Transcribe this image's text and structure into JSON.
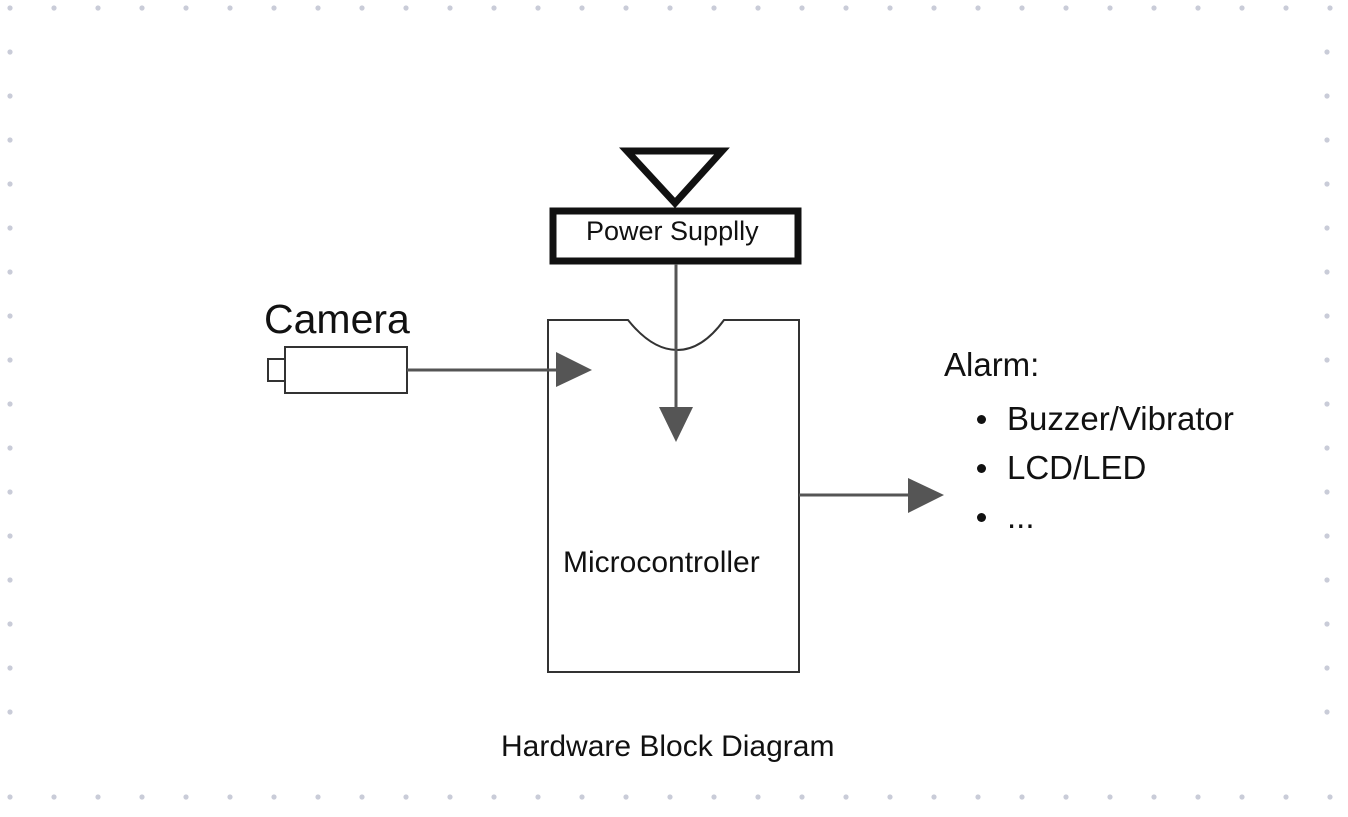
{
  "diagram": {
    "caption": "Hardware Block Diagram",
    "camera": {
      "label": "Camera"
    },
    "power_supply": {
      "label": "Power Supplly"
    },
    "microcontroller": {
      "label": "Microcontroller"
    },
    "alarm": {
      "title": "Alarm:",
      "items": [
        "Buzzer/Vibrator",
        "LCD/LED",
        "..."
      ]
    },
    "colors": {
      "arrow": "#555555",
      "outline": "#333333",
      "dot_border": "#c9ccd8"
    }
  }
}
